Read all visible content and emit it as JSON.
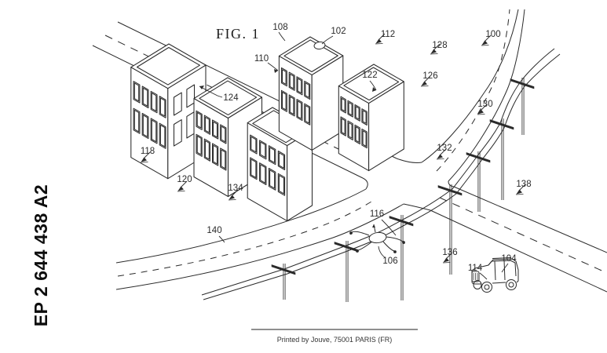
{
  "document": {
    "patent_number": "EP 2 644 438 A2",
    "figure_title": "FIG. 1",
    "footer_text": "Printed by Jouve, 75001 PARIS (FR)"
  },
  "colors": {
    "ink": "#2a2a2a",
    "paper": "#ffffff",
    "footer_rule": "#8f8f8f"
  },
  "reference_labels": [
    {
      "text": "100"
    },
    {
      "text": "102"
    },
    {
      "text": "104"
    },
    {
      "text": "106"
    },
    {
      "text": "108"
    },
    {
      "text": "110"
    },
    {
      "text": "112"
    },
    {
      "text": "114"
    },
    {
      "text": "116"
    },
    {
      "text": "118"
    },
    {
      "text": "120"
    },
    {
      "text": "122"
    },
    {
      "text": "124"
    },
    {
      "text": "126"
    },
    {
      "text": "128"
    },
    {
      "text": "130"
    },
    {
      "text": "132"
    },
    {
      "text": "134"
    },
    {
      "text": "136"
    },
    {
      "text": "138"
    },
    {
      "text": "140"
    }
  ]
}
